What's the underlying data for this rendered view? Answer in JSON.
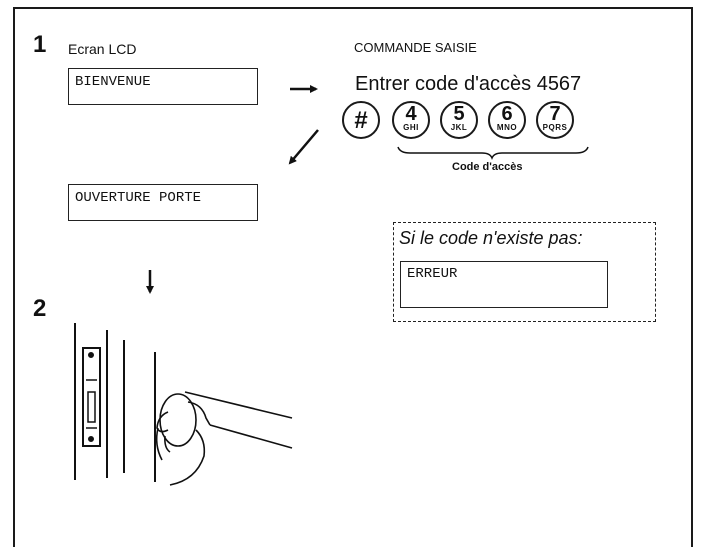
{
  "steps": [
    "1",
    "2"
  ],
  "lcd_label": "Ecran LCD",
  "command_label": "COMMANDE SAISIE",
  "screens": {
    "welcome": "BIENVENUE",
    "door_open": "OUVERTURE PORTE",
    "error": "ERREUR"
  },
  "instruction": "Entrer code d'accès 4567",
  "keys": [
    {
      "num": "#",
      "letters": ""
    },
    {
      "num": "4",
      "letters": "GHI"
    },
    {
      "num": "5",
      "letters": "JKL"
    },
    {
      "num": "6",
      "letters": "MNO"
    },
    {
      "num": "7",
      "letters": "PQRS"
    }
  ],
  "code_label": "Code d'accès",
  "no_code_label": "Si le code n'existe pas:"
}
